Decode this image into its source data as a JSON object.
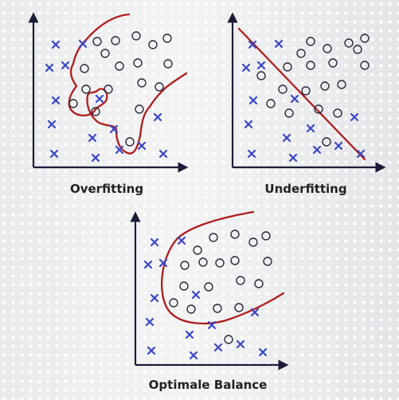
{
  "captions": {
    "overfitting": "Overfitting",
    "underfitting": "Underfitting",
    "balance": "Optimale Balance"
  },
  "colors": {
    "axis": "#1c1c3a",
    "cross": "#3a46c8",
    "circle": "#2a2a3a",
    "boundary": "#b01e1e"
  },
  "marker_types": {
    "cross": "x-marker",
    "circle": "o-marker"
  }
}
